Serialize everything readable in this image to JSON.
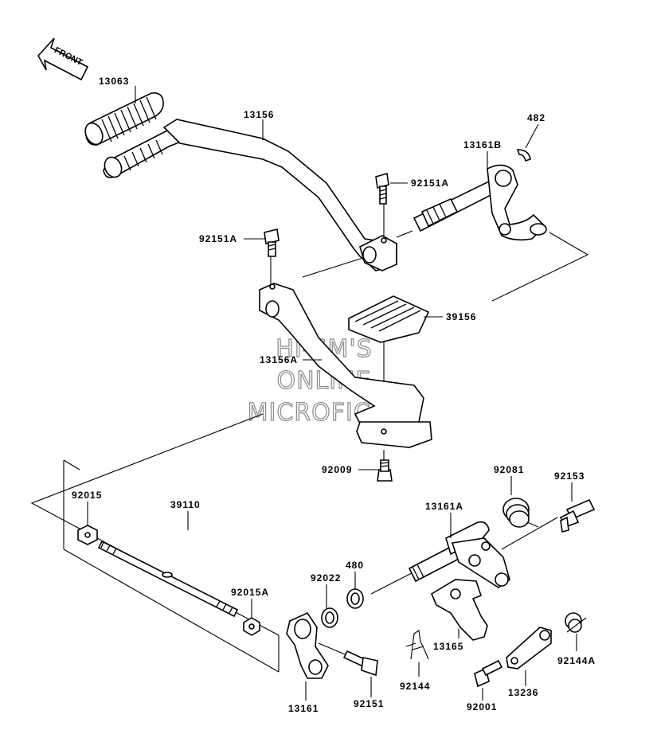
{
  "diagram": {
    "front_label": "FRONT",
    "watermark": [
      "HI-SM'S",
      "ONLINE",
      "MICROFICHE"
    ],
    "parts": [
      {
        "id": "13063",
        "label": "13063"
      },
      {
        "id": "13156",
        "label": "13156"
      },
      {
        "id": "482",
        "label": "482"
      },
      {
        "id": "13161B",
        "label": "13161B"
      },
      {
        "id": "92151A_upper",
        "label": "92151A"
      },
      {
        "id": "92151A_left",
        "label": "92151A"
      },
      {
        "id": "39156",
        "label": "39156"
      },
      {
        "id": "13156A",
        "label": "13156A"
      },
      {
        "id": "92009",
        "label": "92009"
      },
      {
        "id": "92081",
        "label": "92081"
      },
      {
        "id": "92153",
        "label": "92153"
      },
      {
        "id": "92015",
        "label": "92015"
      },
      {
        "id": "39110",
        "label": "39110"
      },
      {
        "id": "13161A",
        "label": "13161A"
      },
      {
        "id": "480",
        "label": "480"
      },
      {
        "id": "92022",
        "label": "92022"
      },
      {
        "id": "92015A",
        "label": "92015A"
      },
      {
        "id": "13165",
        "label": "13165"
      },
      {
        "id": "92144",
        "label": "92144"
      },
      {
        "id": "92144A",
        "label": "92144A"
      },
      {
        "id": "13236",
        "label": "13236"
      },
      {
        "id": "13161",
        "label": "13161"
      },
      {
        "id": "92151",
        "label": "92151"
      },
      {
        "id": "92001",
        "label": "92001"
      }
    ]
  }
}
